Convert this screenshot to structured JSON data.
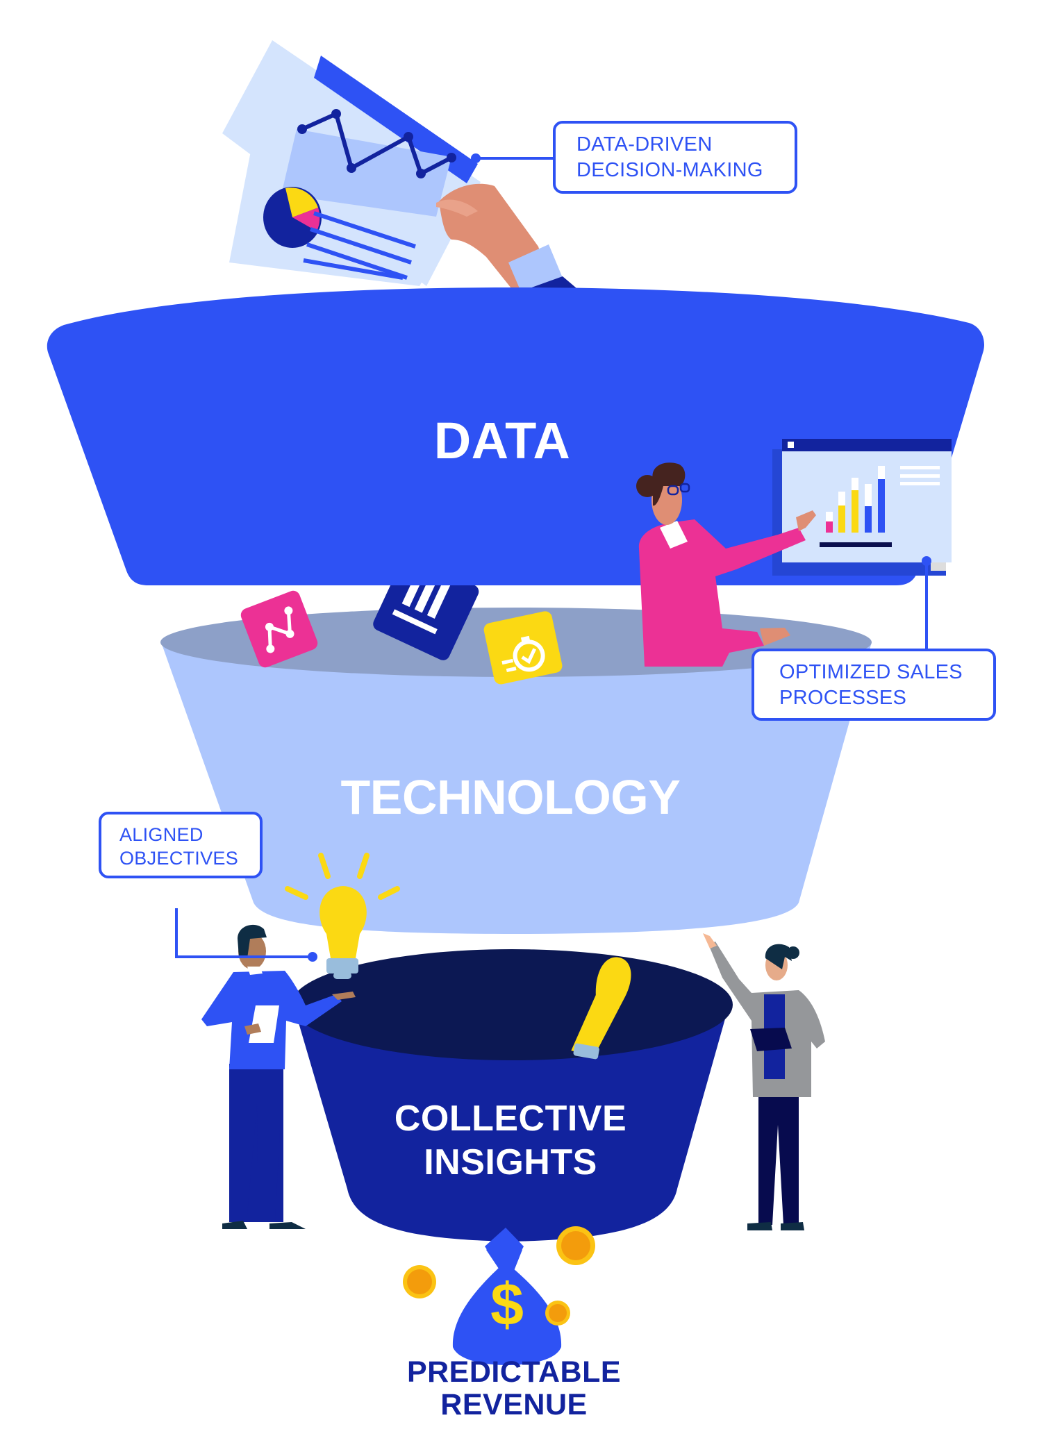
{
  "diagram": {
    "type": "funnel",
    "colors": {
      "data_stage": "#2e52f4",
      "technology_stage": "#adc6fd",
      "technology_rim": "#8da0c8",
      "insights_stage": "#12239e",
      "insights_rim": "#0c1853",
      "accent_yellow": "#fbd913",
      "accent_pink": "#ec3195",
      "coin_orange": "#f39c0c",
      "callout_border": "#2e52f4"
    },
    "stages": [
      {
        "id": "data",
        "label": "DATA"
      },
      {
        "id": "technology",
        "label": "TECHNOLOGY"
      },
      {
        "id": "insights",
        "label_lines": [
          "COLLECTIVE",
          "INSIGHTS"
        ]
      }
    ],
    "output": {
      "label_lines": [
        "PREDICTABLE",
        "REVENUE"
      ],
      "icon": "money-bag-dollar-icon"
    },
    "callouts": [
      {
        "id": "data-driven",
        "lines": [
          "DATA-DRIVEN",
          "DECISION-MAKING"
        ],
        "points_to": "report-document"
      },
      {
        "id": "optimized-sales",
        "lines": [
          "OPTIMIZED SALES",
          "PROCESSES"
        ],
        "points_to": "presentation-board"
      },
      {
        "id": "aligned-objectives",
        "lines": [
          "ALIGNED",
          "OBJECTIVES"
        ],
        "points_to": "lightbulb"
      }
    ],
    "floating_icons": [
      "line-graph-tile-icon",
      "bar-chart-tile-icon",
      "stopwatch-tile-icon"
    ]
  }
}
